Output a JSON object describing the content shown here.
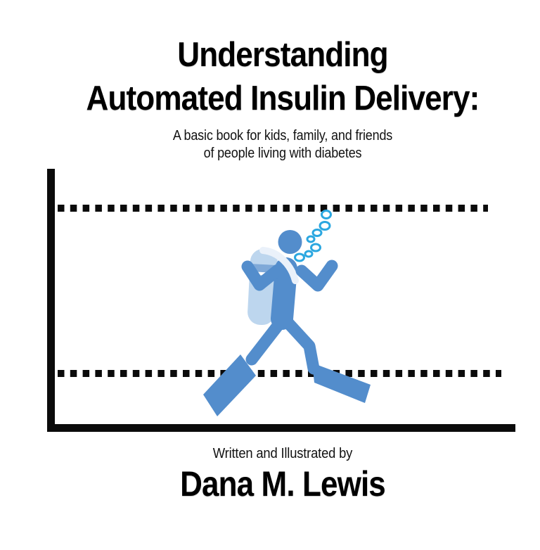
{
  "title": {
    "line1": "Understanding",
    "line2": "Automated Insulin Delivery:"
  },
  "subtitle": {
    "line1": "A basic book for kids, family, and friends",
    "line2": "of people living with diabetes"
  },
  "byline": {
    "label": "Written and Illustrated by",
    "author": "Dana M. Lewis"
  },
  "chart_data": {
    "type": "line",
    "title": "",
    "xlabel": "",
    "ylabel": "",
    "tick_labels": "none",
    "axes_visible": true,
    "grid": false,
    "series": [],
    "annotations": [
      "upper dotted horizontal threshold line",
      "lower dotted horizontal threshold line",
      "scuba diver illustration swimming between the two thresholds"
    ],
    "note": "Conceptual unlabeled chart: black L-shaped axes with two black dotted threshold lines; no numeric data shown"
  },
  "illustration": {
    "name": "scuba-diver",
    "bubble_count": 7,
    "colors": {
      "body": "#538DCC",
      "tank": "#BDD6EE",
      "tank_stripe": "#7FA9D8",
      "hose": "#EAF1FA",
      "bubbles": "#2BA7E0",
      "axis": "#0B0B0B",
      "background": "#FFFFFF",
      "text": "#000000"
    }
  }
}
